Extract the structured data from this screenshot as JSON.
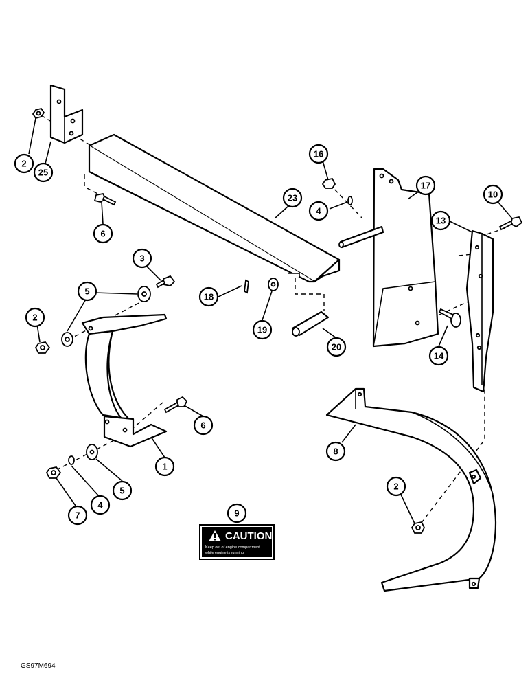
{
  "diagram": {
    "callouts": {
      "c2a": "2",
      "c25": "25",
      "c6a": "6",
      "c16": "16",
      "c17": "17",
      "c10": "10",
      "c23": "23",
      "c4a": "4",
      "c13": "13",
      "c3": "3",
      "c5a": "5",
      "c18": "18",
      "c19": "19",
      "c2b": "2",
      "c20": "20",
      "c14": "14",
      "c6b": "6",
      "c8": "8",
      "c1": "1",
      "c2c": "2",
      "c5b": "5",
      "c4b": "4",
      "c7": "7",
      "c9": "9"
    },
    "decal": {
      "heading": "CAUTION",
      "line1": "Keep out of engine compartment",
      "line2": "while engine is running"
    },
    "figure_code": "GS97M694"
  }
}
